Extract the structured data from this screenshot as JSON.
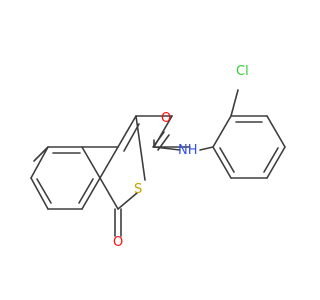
{
  "molecule": {
    "atoms": [
      {
        "id": "Cl",
        "label": "Cl",
        "color": "#33cc33"
      },
      {
        "id": "N",
        "label": "NH",
        "color": "#3050f8"
      },
      {
        "id": "O1",
        "label": "O",
        "color": "#ff0d0d"
      },
      {
        "id": "S",
        "label": "S",
        "color": "#c8a000"
      },
      {
        "id": "O2",
        "label": "O",
        "color": "#ff0d0d"
      }
    ],
    "bond_color": "#3d3d3d"
  }
}
